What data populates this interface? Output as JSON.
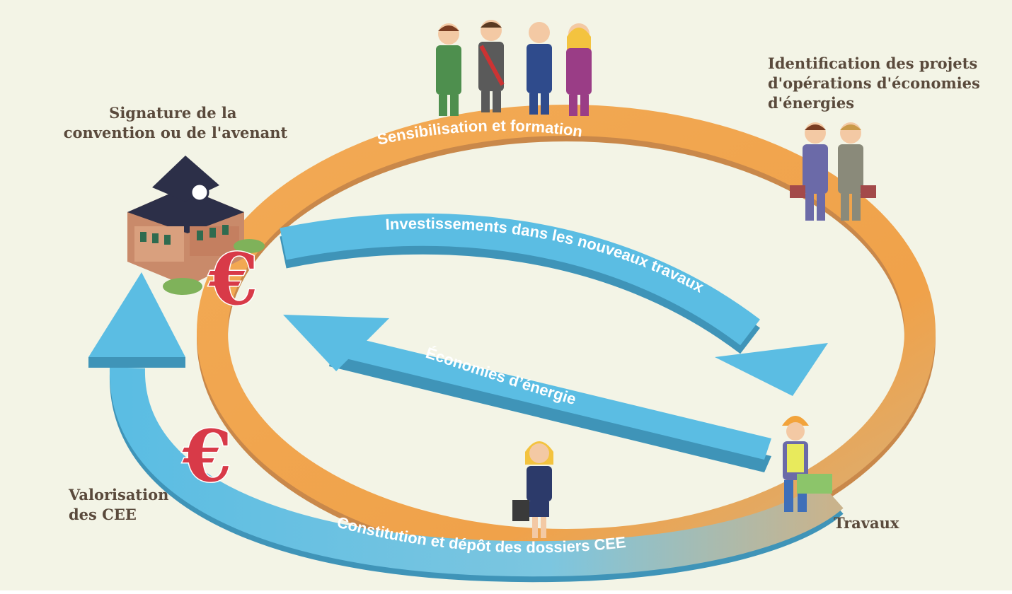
{
  "steps": {
    "signature": [
      "Signature de la",
      "convention ou de l'avenant"
    ],
    "identification": [
      "Identification des projets",
      "d'opérations d'économies",
      "d'énergies"
    ],
    "valorisation": [
      "Valorisation",
      "des CEE"
    ],
    "travaux": "Travaux"
  },
  "bands": {
    "sensibilisation": "Sensibilisation et formation",
    "investissements": "Investissements dans les nouveaux travaux",
    "economies": "Économies d’énergie",
    "constitution": "Constitution et dépôt des dossiers CEE"
  },
  "symbols": {
    "currency": "€"
  },
  "colors": {
    "background": "#f3f4e6",
    "ring_orange": "#f0a24a",
    "arrow_blue": "#5bbde3",
    "label_text": "#5a4a3c",
    "euro_red": "#d83a48"
  },
  "icons": [
    "town-hall-icon",
    "officials-group-icon",
    "handshake-icon",
    "worker-icon",
    "administrator-icon",
    "euro-icon"
  ]
}
